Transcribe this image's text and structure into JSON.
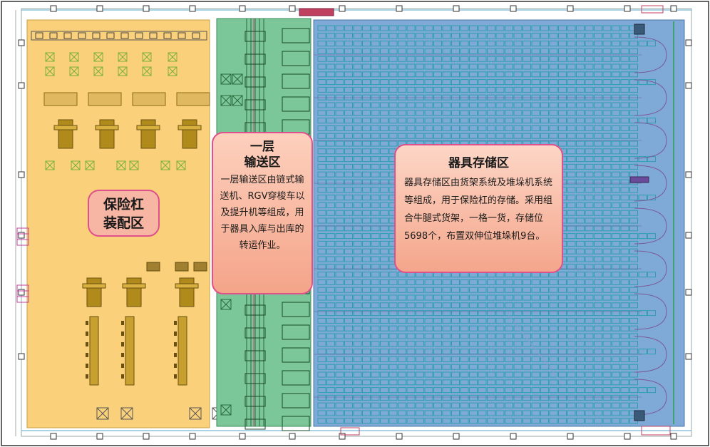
{
  "zones": {
    "assembly": {
      "title_line1": "保险杠",
      "title_line2": "装配区"
    },
    "conveyor": {
      "title_line1": "一层",
      "title_line2": "输送区",
      "description": "一层输送区由链式输送机、RGV穿梭车以及提升机等组成，用于器具入库与出库的转运作业。"
    },
    "storage": {
      "title": "器具存储区",
      "description": "器具存储区由货架系统及堆垛机系统等组成，用于保险杠的存储。采用组合牛腿式货架，一格一货，存储位5698个，布置双伸位堆垛机9台。"
    }
  },
  "colors": {
    "assembly_zone": "#fbd07a",
    "conveyor_zone": "#7cc79a",
    "storage_zone": "#7fa9d6",
    "rack_cell": "#2f9fb0",
    "callout_border": "#e0508a",
    "equipment": "#b08a1a"
  },
  "icons": [
    "forklift-icon",
    "storage-rack-icon",
    "crate-icon",
    "stacker-crane-icon",
    "conveyor-icon"
  ]
}
